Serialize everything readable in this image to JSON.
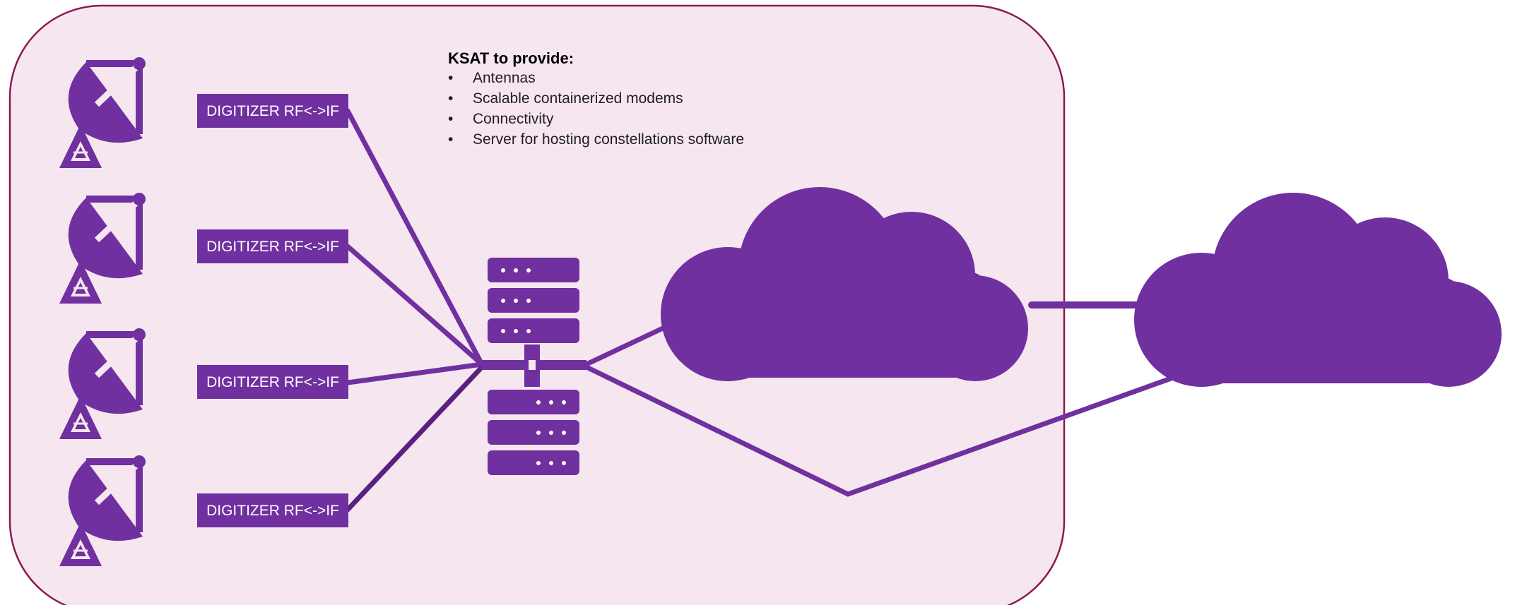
{
  "colors": {
    "accent": "#7030a0",
    "accent_dark": "#5a2080",
    "panel_fill": "#f6e6ef",
    "panel_border": "#8b1a4f"
  },
  "provider_note": {
    "title": "KSAT to provide:",
    "items": [
      "Antennas",
      "Scalable containerized modems",
      "Connectivity",
      "Server for hosting constellations software"
    ]
  },
  "digitizers": [
    {
      "label": "DIGITIZER RF<->IF"
    },
    {
      "label": "DIGITIZER RF<->IF"
    },
    {
      "label": "DIGITIZER RF<->IF"
    },
    {
      "label": "DIGITIZER RF<->IF"
    }
  ],
  "icons": {
    "antenna": "satellite-dish-icon",
    "server": "server-rack-icon",
    "cloud": "cloud-icon"
  }
}
